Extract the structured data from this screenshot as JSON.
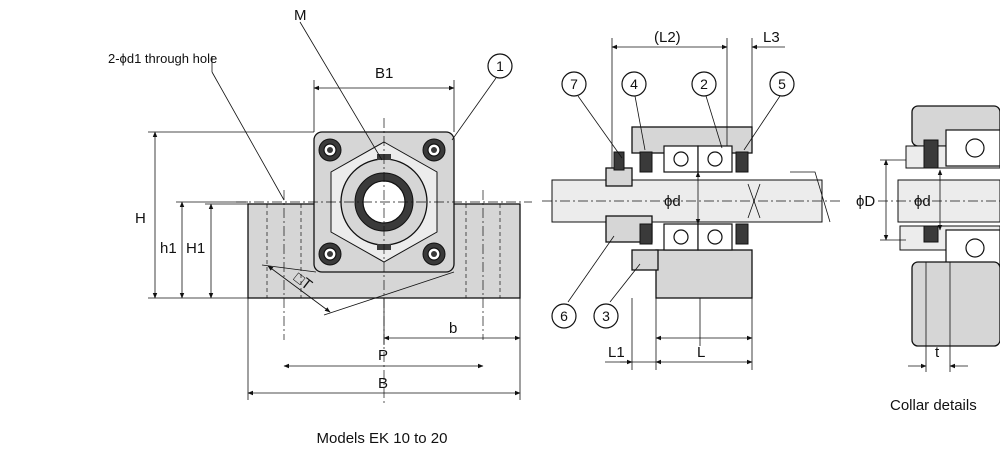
{
  "labels": {
    "m": "M",
    "hole_note": "2-ϕd1 through hole",
    "b1": "B1",
    "h": "H",
    "h1": "h1",
    "h1_cap": "H1",
    "t_square": "□T",
    "b": "b",
    "p": "P",
    "b_cap": "B",
    "l2": "(L2)",
    "l3": "L3",
    "phi_d_small": "ϕd",
    "l1": "L1",
    "l": "L",
    "phi_d_collar": "ϕd",
    "phi_D": "ϕD",
    "t_small": "t"
  },
  "callouts": [
    "1",
    "2",
    "3",
    "4",
    "5",
    "6",
    "7"
  ],
  "captions": {
    "models": "Models EK 10 to 20",
    "collar": "Collar details"
  }
}
